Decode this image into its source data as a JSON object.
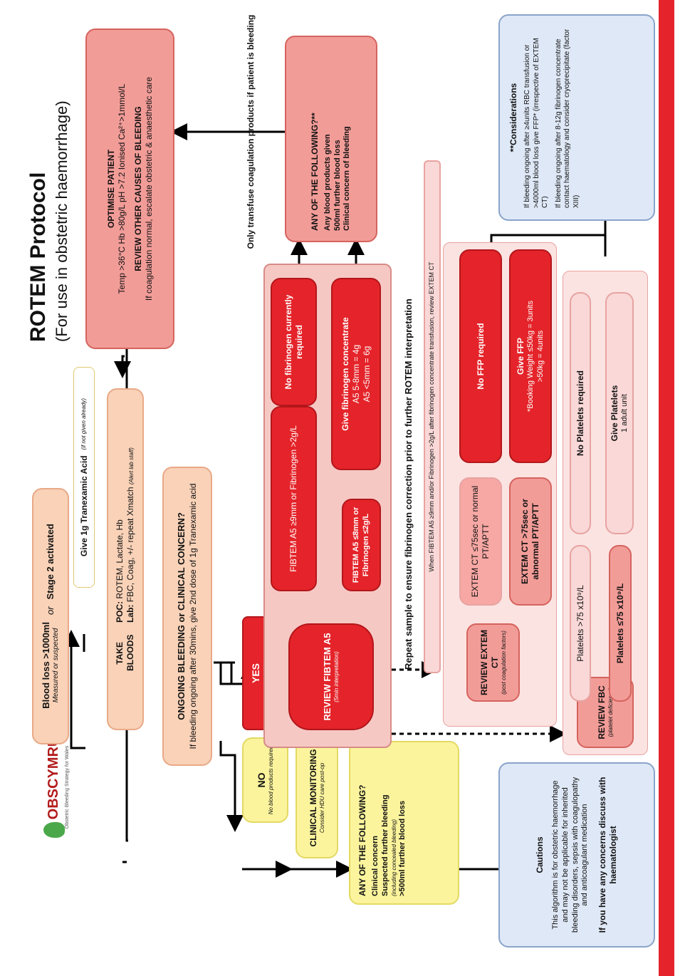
{
  "title": "ROTEM Protocol",
  "subtitle": "(For use in obstetric haemorrhage)",
  "logo": {
    "name": "OBSCYMRU",
    "tagline": "Obstetric Bleeding Strategy for Wales"
  },
  "trigger": {
    "line1": "Blood loss >1000ml",
    "or": "or",
    "line2": "Stage 2 activated",
    "note": "Measured or suspected"
  },
  "txa": {
    "label": "Give 1g Tranexamic Acid",
    "note": "(if not given already)"
  },
  "take_bloods": {
    "label": "TAKE BLOODS",
    "poc_label": "POC:",
    "poc": "ROTEM, Lactate, Hb",
    "lab_label": "Lab:",
    "lab": "FBC, Coag, +/- repeat Xmatch",
    "lab_note": "(Alert lab staff)"
  },
  "ongoing": {
    "title": "ONGOING BLEEDING or CLINICAL CONCERN?",
    "text": "If bleeding ongoing after 30mins, give 2nd dose of 1g Tranexamic acid"
  },
  "optimise": {
    "title": "OPTIMISE PATIENT",
    "line1": "Temp >36°C  Hb >80g/L  pH >7.2  Ionised Ca²⁺>1mmol/L",
    "title2": "REVIEW OTHER CAUSES OF BLEEDING",
    "line2": "If coagulation normal, escalate obstetric & anaesthetic care"
  },
  "yes": "YES",
  "no": {
    "label": "NO",
    "note": "No blood products required"
  },
  "clinical_monitoring": {
    "label": "CLINICAL MONITORING",
    "note": "Consider HDU care post-op"
  },
  "any_following_yellow": {
    "title": "ANY OF THE FOLLOWING?",
    "items": [
      "Clinical concern",
      "Suspected further bleeding",
      "(including concealed bleeding)",
      ">500ml further blood loss"
    ]
  },
  "transfuse_note": "Only transfuse coagulation products if patient is bleeding",
  "fibtem": {
    "review": "REVIEW FIBTEM A5",
    "review_note": "(5min interpretation)",
    "high": "FIBTEM A5 ≥9mm or Fibrinogen >2g/L",
    "low": "FIBTEM A5 ≤8mm or Fibrinogen ≤2g/L",
    "no_fib": "No fibrinogen currently required",
    "give_fib": "Give fibrinogen concentrate",
    "dose1": "A5 5-8mm = 4g",
    "dose2": "A5 <5mm    = 6g"
  },
  "any_following_pink": {
    "title": "ANY OF THE FOLLOWING?**",
    "items": [
      "Any blood products given",
      "500ml further blood loss",
      "Clinical concern of bleeding"
    ]
  },
  "repeat_sample": "Repeat sample to ensure fibrinogen correction prior to further ROTEM interpretation",
  "extem_note": "When FIBTEM A5 ≥9mm and/or Fibrinogen >2g/L after fibrinogen concentrate transfusion, review EXTEM CT",
  "extem": {
    "review": "REVIEW EXTEM CT",
    "review_note": "(post coagulation factors)",
    "normal": "EXTEM CT ≤75sec or normal PT/APTT",
    "abnormal": "EXTEM CT >75sec or abnormal PT/APTT",
    "no_ffp": "No FFP required",
    "give_ffp": "Give FFP",
    "ffp_dose1": "*Booking Weight ≤50kg = 3units",
    "ffp_dose2": ">50kg = 4units"
  },
  "fbc": {
    "review": "REVIEW FBC",
    "review_note": "(platelet deficiency)",
    "high": "Platelets >75 x10⁹/L",
    "low": "Platelets ≤75 x10⁹/L",
    "no_plt": "No Platelets required",
    "give_plt": "Give Platelets",
    "plt_dose": "1 adult unit"
  },
  "considerations": {
    "title": "**Considerations",
    "items": [
      "If bleeding ongoing after ≥4units RBC transfusion or >4000ml blood loss give FFP* (irrespective of EXTEM CT)",
      "If bleeding ongoing after 8-12g fibrinogen concentrate contact haematology and consider cryoprecipitate (factor XIII)"
    ]
  },
  "cautions": {
    "title": "Cautions",
    "text": "This algorithm is for obstetric haemorrhage and may not be applicable for inherited bleeding disorders, sepsis with coagulopathy and anticoagulant medication",
    "footer": "If you have any concerns discuss with haematologist"
  },
  "colors": {
    "red": "#e4242a",
    "pink": "#f29c98",
    "peach": "#f9d2b8",
    "yellow": "#fbf49d",
    "blue": "#dfe8f6"
  }
}
